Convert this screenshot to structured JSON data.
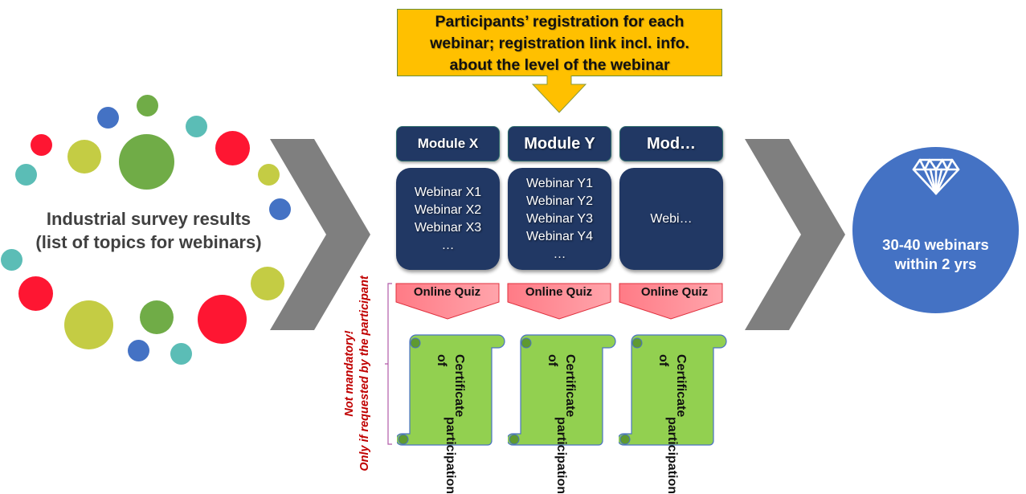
{
  "survey": {
    "line1": "Industrial survey results",
    "line2": "(list of topics for webinars)",
    "dot_colors": {
      "red": "#fe1632",
      "green": "#70ac47",
      "lime": "#c4cc44",
      "teal": "#5bbdb6",
      "blue": "#4472c4"
    }
  },
  "registration": {
    "line1": "Participants’ registration for each",
    "line2": "webinar; registration link incl. info.",
    "line3": "about the level of the webinar",
    "color": "#ffc000"
  },
  "modules": [
    {
      "title": "Module X",
      "webinars": [
        "Webinar X1",
        "Webinar X2",
        "Webinar X3",
        "…"
      ]
    },
    {
      "title": "Module Y",
      "webinars": [
        "Webinar Y1",
        "Webinar Y2",
        "Webinar Y3",
        "Webinar Y4",
        "…"
      ]
    },
    {
      "title": "Mod…",
      "webinars": [
        "Webi…"
      ]
    }
  ],
  "quiz": {
    "label": "Online Quiz",
    "color": "#ff8a92"
  },
  "certificate": {
    "line1": "Certificate of",
    "line2": "participation",
    "color": "#92d050"
  },
  "note": {
    "line1": "Not mandatory!",
    "line2": "Only if requested by the participant",
    "color": "#c00000"
  },
  "goal": {
    "icon": "diamond-icon",
    "line1": "30-40 webinars",
    "line2": "within 2 yrs",
    "color": "#4472c4"
  },
  "chevron_color": "#7f7f7f",
  "module_color": "#213864"
}
